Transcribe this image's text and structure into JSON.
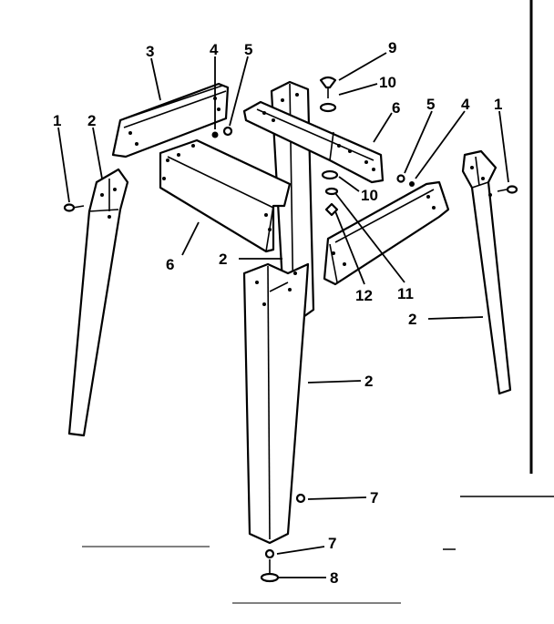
{
  "diagram": {
    "parts": [
      {
        "id": "hex-bolt-left",
        "number": "1"
      },
      {
        "id": "leg-left",
        "number": "2"
      },
      {
        "id": "short-stiffener",
        "number": "3"
      },
      {
        "id": "lockwasher-left",
        "number": "4"
      },
      {
        "id": "nut-left",
        "number": "5"
      },
      {
        "id": "long-stiffener-left",
        "number": "6"
      },
      {
        "id": "long-stiffener-right",
        "number": "6"
      },
      {
        "id": "hex-bolt-right",
        "number": "1"
      },
      {
        "id": "lockwasher-right",
        "number": "4"
      },
      {
        "id": "nut-right",
        "number": "5"
      },
      {
        "id": "carriage-bolt",
        "number": "9"
      },
      {
        "id": "flat-washer-top",
        "number": "10"
      },
      {
        "id": "flat-washer-bottom",
        "number": "10"
      },
      {
        "id": "lockwasher-center",
        "number": "11"
      },
      {
        "id": "nut-center",
        "number": "12"
      },
      {
        "id": "leg-back",
        "number": "2"
      },
      {
        "id": "leg-right",
        "number": "2"
      },
      {
        "id": "leg-front",
        "number": "2"
      },
      {
        "id": "foot-nut-upper",
        "number": "7"
      },
      {
        "id": "foot-nut-lower",
        "number": "7"
      },
      {
        "id": "leveling-foot",
        "number": "8"
      }
    ]
  }
}
